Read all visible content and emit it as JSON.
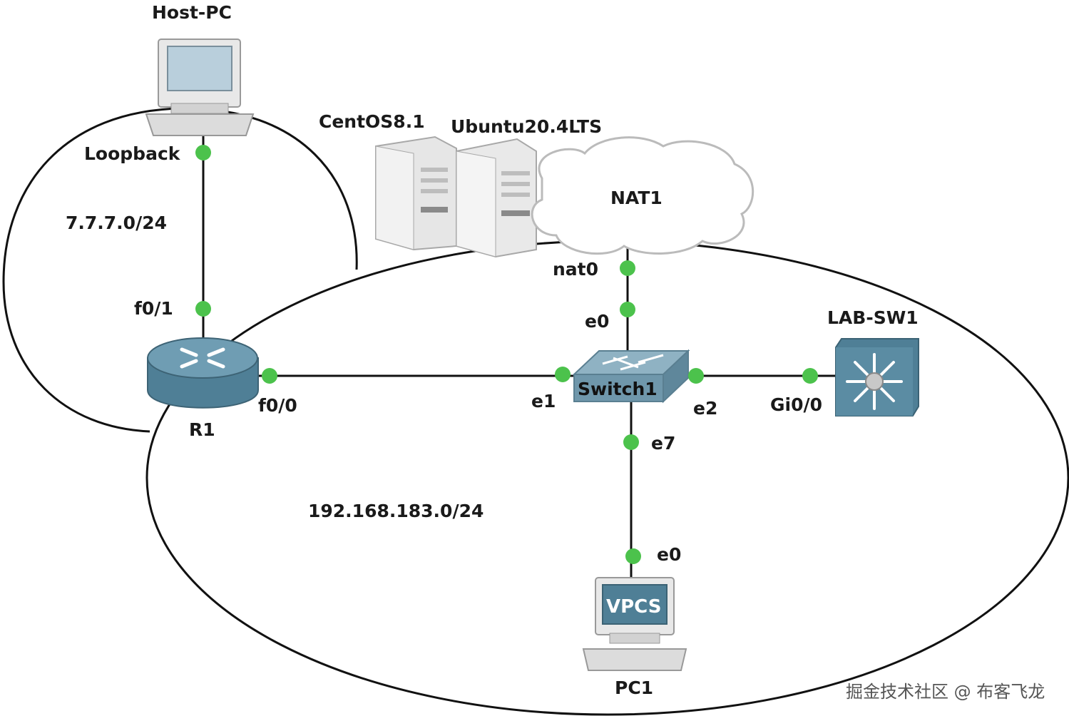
{
  "nodes": {
    "host_pc": {
      "label": "Host-PC",
      "icon": "desktop-pc-icon"
    },
    "centos": {
      "label": "CentOS8.1",
      "icon": "server-tower-icon"
    },
    "ubuntu": {
      "label": "Ubuntu20.4LTS",
      "icon": "server-tower-icon"
    },
    "nat": {
      "label": "NAT1",
      "icon": "cloud-icon"
    },
    "lab_sw1": {
      "label": "LAB-SW1",
      "icon": "multilayer-switch-icon"
    },
    "switch1": {
      "label": "Switch1",
      "icon": "ethernet-switch-icon"
    },
    "r1": {
      "label": "R1",
      "icon": "router-icon"
    },
    "pc1": {
      "label": "PC1",
      "icon": "vpcs-pc-icon",
      "screen_text": "VPCS"
    }
  },
  "ports": {
    "loopback": "Loopback",
    "r1_f01": "f0/1",
    "r1_f00": "f0/0",
    "nat0": "nat0",
    "sw_e0": "e0",
    "sw_e1": "e1",
    "sw_e2": "e2",
    "sw_e7": "e7",
    "lab_gi00": "Gi0/0",
    "pc1_e0": "e0"
  },
  "networks": {
    "loop_net": "7.7.7.0/24",
    "lan_net": "192.168.183.0/24"
  },
  "watermark": "掘金技术社区 @ 布客飞龙",
  "colors": {
    "port_dot": "#4cc24c",
    "link": "#111111",
    "router": "#5f8fa6",
    "switch": "#7fa5b8",
    "lab_switch": "#4f7f96",
    "server": "#e4e4e4",
    "pc": "#e8e8e8",
    "vpcs_screen": "#4f7f96"
  }
}
